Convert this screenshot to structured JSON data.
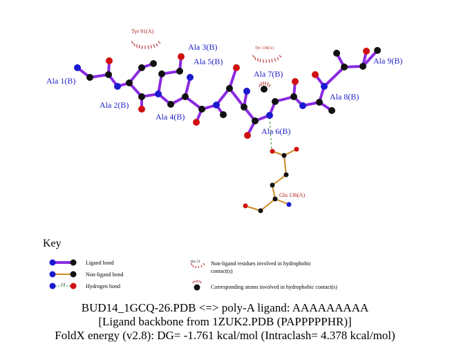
{
  "ligand_residues": {
    "ala1": "Ala 1(B)",
    "ala2": "Ala 2(B)",
    "ala3": "Ala 3(B)",
    "ala4": "Ala 4(B)",
    "ala5": "Ala 5(B)",
    "ala6": "Ala 6(B)",
    "ala7": "Ala 7(B)",
    "ala8": "Ala 8(B)",
    "ala9": "Ala 9(B)"
  },
  "contact_residues": {
    "tyr91": "Tyr 91(A)",
    "tyr118": "Tyr 118(A)",
    "glu136": "Glu 136(A)"
  },
  "key": {
    "title": "Key",
    "ligand_bond": "Ligand bond",
    "nonligand_bond": "Non-ligand bond",
    "hydrogen_bond": "Hydrogen bond",
    "hbond_distance": "3.0",
    "his_example": "His 53",
    "hydrophobic_residues_line1": "Non-ligand residues involved in hydrophobic",
    "hydrophobic_residues_line2": "contact(s)",
    "hydrophobic_atoms": "Corresponding atoms involved in hydrophobic contact(s)"
  },
  "footer": {
    "line1": "BUD14_1GCQ-26.PDB <=> poly-A ligand: AAAAAAAAA",
    "line2": "[Ligand backbone from 1ZUK2.PDB (PAPPPPPHR)]",
    "line3": "FoldX energy (v2.8): DG= -1.761 kcal/mol (Intraclash= 4.378 kcal/mol)"
  },
  "colors": {
    "ligand_bond": "#8a2be2",
    "nonligand_bond": "#cc8a22",
    "hbond": "#2a8a2a",
    "nitrogen": "#1a1ad0",
    "oxygen": "#d01010",
    "carbon": "#111111",
    "hydrophobic": "#b01818"
  }
}
